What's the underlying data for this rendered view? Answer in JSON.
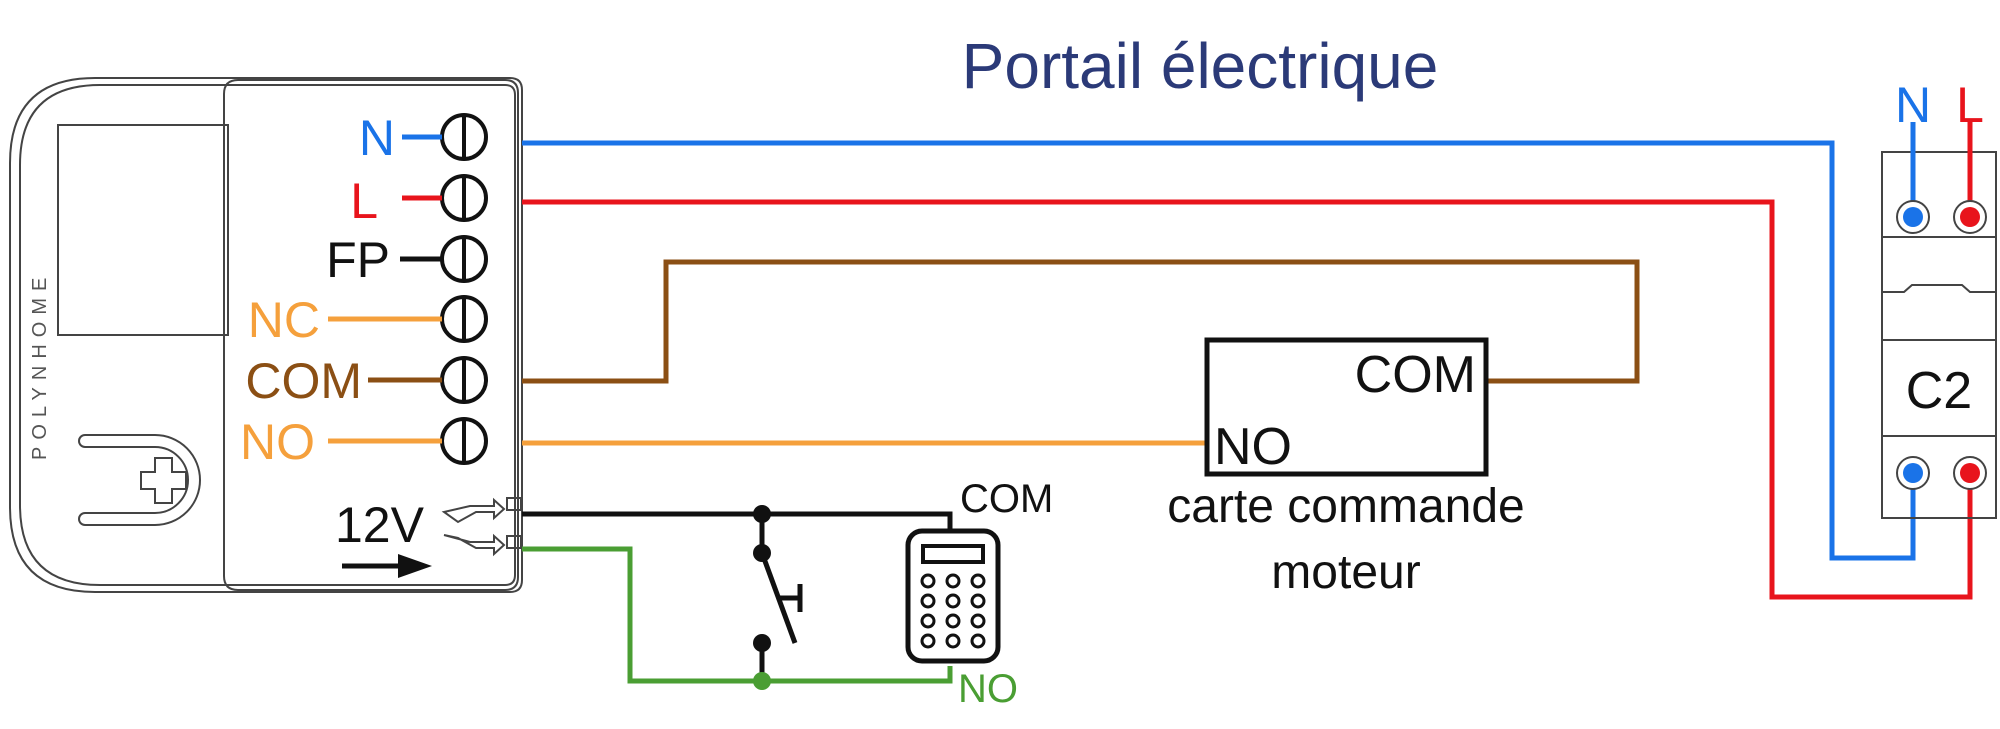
{
  "title": "Portail électrique",
  "module": {
    "brand": "POLYNHOME",
    "terminals": [
      "N",
      "L",
      "FP",
      "NC",
      "COM",
      "NO"
    ],
    "input_label": "12V"
  },
  "motor_card": {
    "com_label": "COM",
    "no_label": "NO",
    "caption_line1": "carte commande",
    "caption_line2": "moteur"
  },
  "keypad": {
    "com_label": "COM",
    "no_label": "NO"
  },
  "breaker": {
    "n_label": "N",
    "l_label": "L",
    "rating": "C2"
  },
  "colors": {
    "title": "#2b3a78",
    "neutral": "#1a73e8",
    "live": "#e8141c",
    "com": "#8b4f14",
    "nc_no": "#f5a03c",
    "green": "#4a9e33",
    "black": "#111111",
    "module_outline": "#444444"
  }
}
